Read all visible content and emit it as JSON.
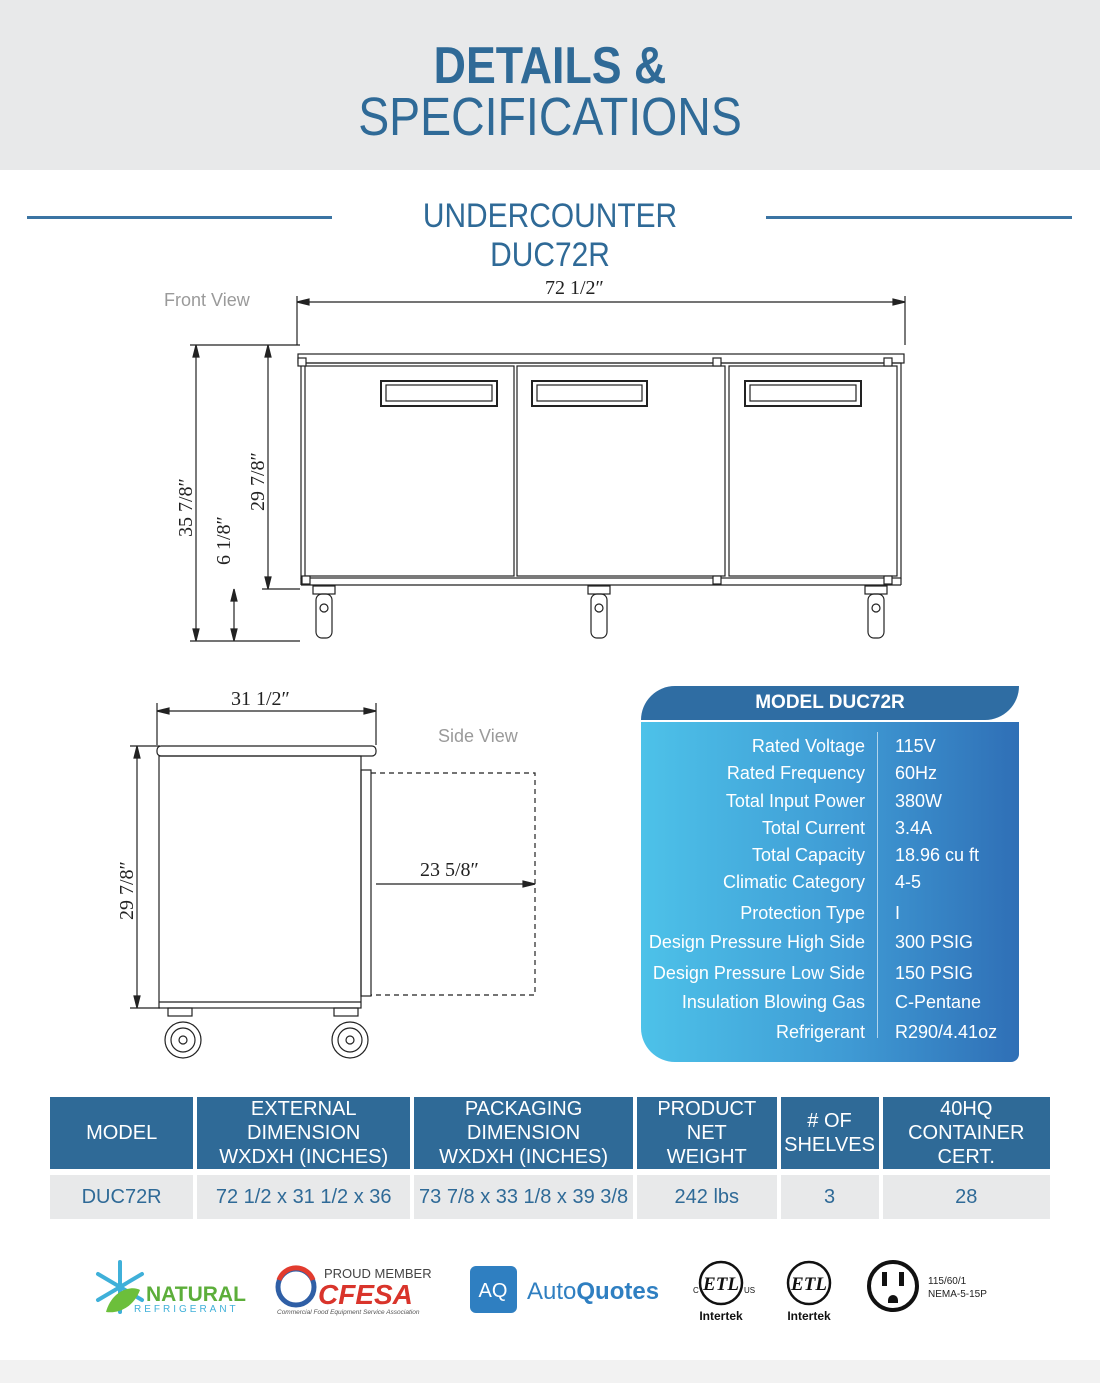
{
  "header": {
    "line1": "DETAILS &",
    "line2": "SPECIFICATIONS"
  },
  "subtitle": "UNDERCOUNTER DUC72R",
  "front_view": {
    "label": "Front View",
    "width": "72  1/2″",
    "height_total": "35  7/8″",
    "height_body": "29  7/8″",
    "height_legs": "6  1/8″"
  },
  "side_view": {
    "label": "Side View",
    "depth": "31  1/2″",
    "height": "29  7/8″",
    "door_swing": "23  5/8″"
  },
  "specs": {
    "title": "MODEL DUC72R",
    "rows": [
      {
        "label": "Rated  Voltage",
        "value": "115V"
      },
      {
        "label": "Rated  Frequency",
        "value": "60Hz"
      },
      {
        "label": "Total Input Power",
        "value": "380W"
      },
      {
        "label": "Total Current",
        "value": "3.4A"
      },
      {
        "label": "Total Capacity",
        "value": "18.96 cu ft"
      },
      {
        "label": "Climatic Category",
        "value": "4-5"
      },
      {
        "label": "Protection Type",
        "value": "I"
      },
      {
        "label": "Design Pressure High Side",
        "value": "300 PSIG"
      },
      {
        "label": "Design Pressure Low Side",
        "value": "150 PSIG"
      },
      {
        "label": "Insulation Blowing Gas",
        "value": "C-Pentane"
      },
      {
        "label": "Refrigerant",
        "value": "R290/4.41oz"
      }
    ]
  },
  "table": {
    "headers": [
      {
        "line1": "MODEL",
        "line2": ""
      },
      {
        "line1": "EXTERNAL DIMENSION",
        "line2": "WXDXH (INCHES)"
      },
      {
        "line1": "PACKAGING DIMENSION",
        "line2": "WXDXH (INCHES)"
      },
      {
        "line1": "PRODUCT NET",
        "line2": "WEIGHT"
      },
      {
        "line1": "# OF",
        "line2": "SHELVES"
      },
      {
        "line1": "40HQ",
        "line2": "CONTAINER CERT."
      }
    ],
    "row": [
      "DUC72R",
      "72 1/2 x 31 1/2 x 36",
      "73 7/8 x 33 1/8 x 39 3/8",
      "242 lbs",
      "3",
      "28"
    ]
  },
  "logos": {
    "natural_top": "NATURAL",
    "natural_bottom": "REFRIGERANT",
    "cfesa_top": "PROUD MEMBER",
    "cfesa_main": "CFESA",
    "cfesa_sub": "Commercial Food Equipment Service Association",
    "aq_badge": "AQ",
    "autoquotes_a": "Auto",
    "autoquotes_b": "Quotes",
    "etl1_label": "Intertek",
    "etl1_c": "C",
    "etl1_us": "US",
    "etl2_label": "Intertek",
    "etl_mark": "ETL",
    "plug_line1": "115/60/1",
    "plug_line2": "NEMA-5-15P"
  },
  "colors": {
    "brand_blue": "#2f6a97",
    "header_bg": "#e8e9ea",
    "panel_light": "#4dc2e9",
    "panel_dark": "#2f6fb6"
  }
}
